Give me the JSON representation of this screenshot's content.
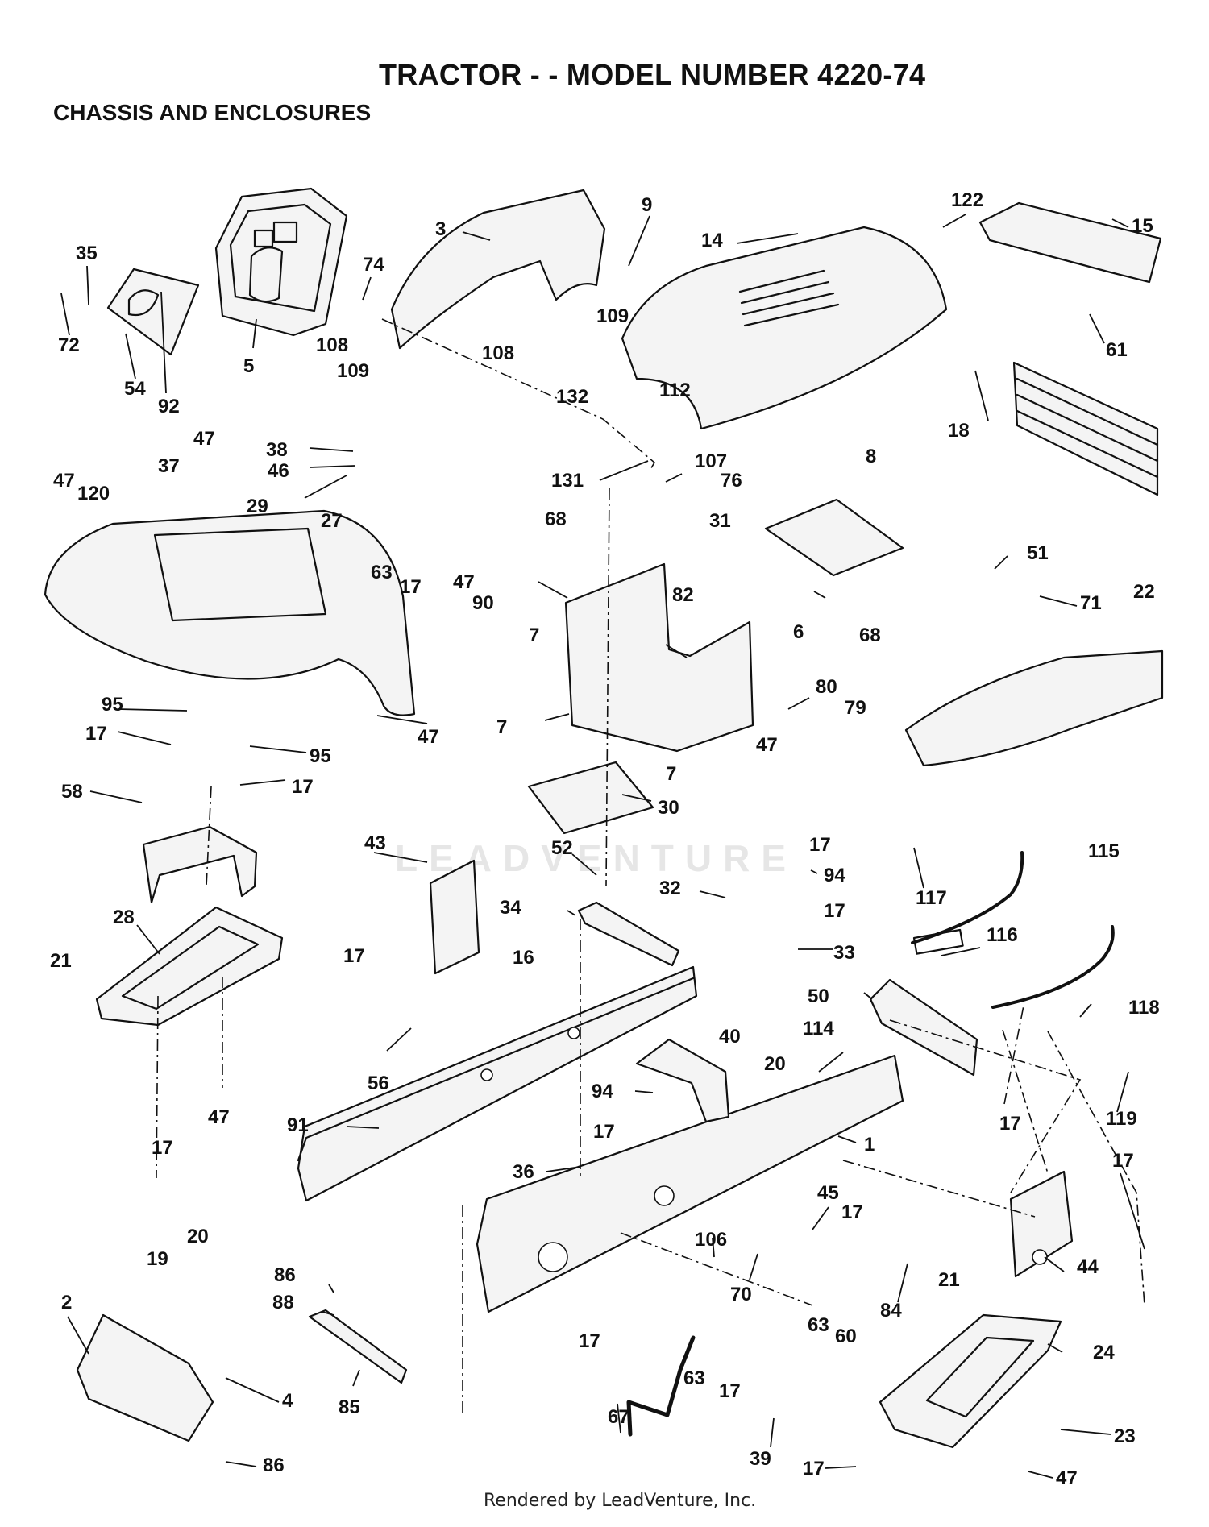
{
  "header": {
    "title": "TRACTOR - - MODEL NUMBER 4220-74",
    "subtitle": "CHASSIS AND ENCLOSURES"
  },
  "footer": {
    "credit": "Rendered by LeadVenture, Inc."
  },
  "watermark": {
    "text": "LEADVENTURE"
  },
  "callouts": [
    {
      "id": "c-3",
      "label": "3"
    },
    {
      "id": "c-9",
      "label": "9"
    },
    {
      "id": "c-14",
      "label": "14"
    },
    {
      "id": "c-122",
      "label": "122"
    },
    {
      "id": "c-15",
      "label": "15"
    },
    {
      "id": "c-61",
      "label": "61"
    },
    {
      "id": "c-35",
      "label": "35"
    },
    {
      "id": "c-72",
      "label": "72"
    },
    {
      "id": "c-54",
      "label": "54"
    },
    {
      "id": "c-92",
      "label": "92"
    },
    {
      "id": "c-5",
      "label": "5"
    },
    {
      "id": "c-74",
      "label": "74"
    },
    {
      "id": "c-108a",
      "label": "108"
    },
    {
      "id": "c-109a",
      "label": "109"
    },
    {
      "id": "c-108b",
      "label": "108"
    },
    {
      "id": "c-109b",
      "label": "109"
    },
    {
      "id": "c-132",
      "label": "132"
    },
    {
      "id": "c-112",
      "label": "112"
    },
    {
      "id": "c-18",
      "label": "18"
    },
    {
      "id": "c-47a",
      "label": "47"
    },
    {
      "id": "c-38",
      "label": "38"
    },
    {
      "id": "c-46",
      "label": "46"
    },
    {
      "id": "c-29",
      "label": "29"
    },
    {
      "id": "c-27",
      "label": "27"
    },
    {
      "id": "c-37",
      "label": "37"
    },
    {
      "id": "c-47b",
      "label": "47"
    },
    {
      "id": "c-120",
      "label": "120"
    },
    {
      "id": "c-63a",
      "label": "63"
    },
    {
      "id": "c-17a",
      "label": "17"
    },
    {
      "id": "c-131",
      "label": "131"
    },
    {
      "id": "c-107",
      "label": "107"
    },
    {
      "id": "c-76",
      "label": "76"
    },
    {
      "id": "c-8",
      "label": "8"
    },
    {
      "id": "c-68a",
      "label": "68"
    },
    {
      "id": "c-31",
      "label": "31"
    },
    {
      "id": "c-47c",
      "label": "47"
    },
    {
      "id": "c-90",
      "label": "90"
    },
    {
      "id": "c-82",
      "label": "82"
    },
    {
      "id": "c-6",
      "label": "6"
    },
    {
      "id": "c-68b",
      "label": "68"
    },
    {
      "id": "c-51",
      "label": "51"
    },
    {
      "id": "c-71",
      "label": "71"
    },
    {
      "id": "c-22",
      "label": "22"
    },
    {
      "id": "c-7a",
      "label": "7"
    },
    {
      "id": "c-80",
      "label": "80"
    },
    {
      "id": "c-79",
      "label": "79"
    },
    {
      "id": "c-95a",
      "label": "95"
    },
    {
      "id": "c-17b",
      "label": "17"
    },
    {
      "id": "c-47d",
      "label": "47"
    },
    {
      "id": "c-95b",
      "label": "95"
    },
    {
      "id": "c-17c",
      "label": "17"
    },
    {
      "id": "c-7b",
      "label": "7"
    },
    {
      "id": "c-47e",
      "label": "47"
    },
    {
      "id": "c-7c",
      "label": "7"
    },
    {
      "id": "c-58",
      "label": "58"
    },
    {
      "id": "c-30",
      "label": "30"
    },
    {
      "id": "c-17d",
      "label": "17"
    },
    {
      "id": "c-94a",
      "label": "94"
    },
    {
      "id": "c-115",
      "label": "115"
    },
    {
      "id": "c-43",
      "label": "43"
    },
    {
      "id": "c-52",
      "label": "52"
    },
    {
      "id": "c-32",
      "label": "32"
    },
    {
      "id": "c-17e",
      "label": "17"
    },
    {
      "id": "c-117",
      "label": "117"
    },
    {
      "id": "c-28",
      "label": "28"
    },
    {
      "id": "c-34",
      "label": "34"
    },
    {
      "id": "c-33",
      "label": "33"
    },
    {
      "id": "c-116",
      "label": "116"
    },
    {
      "id": "c-21a",
      "label": "21"
    },
    {
      "id": "c-17f",
      "label": "17"
    },
    {
      "id": "c-16",
      "label": "16"
    },
    {
      "id": "c-50",
      "label": "50"
    },
    {
      "id": "c-118",
      "label": "118"
    },
    {
      "id": "c-56",
      "label": "56"
    },
    {
      "id": "c-40",
      "label": "40"
    },
    {
      "id": "c-114",
      "label": "114"
    },
    {
      "id": "c-47f",
      "label": "47"
    },
    {
      "id": "c-20a",
      "label": "20"
    },
    {
      "id": "c-94b",
      "label": "94"
    },
    {
      "id": "c-119",
      "label": "119"
    },
    {
      "id": "c-17g",
      "label": "17"
    },
    {
      "id": "c-91",
      "label": "91"
    },
    {
      "id": "c-17h",
      "label": "17"
    },
    {
      "id": "c-1",
      "label": "1"
    },
    {
      "id": "c-17i",
      "label": "17"
    },
    {
      "id": "c-36",
      "label": "36"
    },
    {
      "id": "c-17j",
      "label": "17"
    },
    {
      "id": "c-45",
      "label": "45"
    },
    {
      "id": "c-17k",
      "label": "17"
    },
    {
      "id": "c-20b",
      "label": "20"
    },
    {
      "id": "c-19",
      "label": "19"
    },
    {
      "id": "c-106",
      "label": "106"
    },
    {
      "id": "c-44",
      "label": "44"
    },
    {
      "id": "c-86a",
      "label": "86"
    },
    {
      "id": "c-70",
      "label": "70"
    },
    {
      "id": "c-21b",
      "label": "21"
    },
    {
      "id": "c-88",
      "label": "88"
    },
    {
      "id": "c-2",
      "label": "2"
    },
    {
      "id": "c-84",
      "label": "84"
    },
    {
      "id": "c-63b",
      "label": "63"
    },
    {
      "id": "c-60",
      "label": "60"
    },
    {
      "id": "c-17l",
      "label": "17"
    },
    {
      "id": "c-24",
      "label": "24"
    },
    {
      "id": "c-4",
      "label": "4"
    },
    {
      "id": "c-85",
      "label": "85"
    },
    {
      "id": "c-63c",
      "label": "63"
    },
    {
      "id": "c-17m",
      "label": "17"
    },
    {
      "id": "c-67",
      "label": "67"
    },
    {
      "id": "c-23",
      "label": "23"
    },
    {
      "id": "c-39",
      "label": "39"
    },
    {
      "id": "c-17n",
      "label": "17"
    },
    {
      "id": "c-86b",
      "label": "86"
    },
    {
      "id": "c-47g",
      "label": "47"
    }
  ]
}
